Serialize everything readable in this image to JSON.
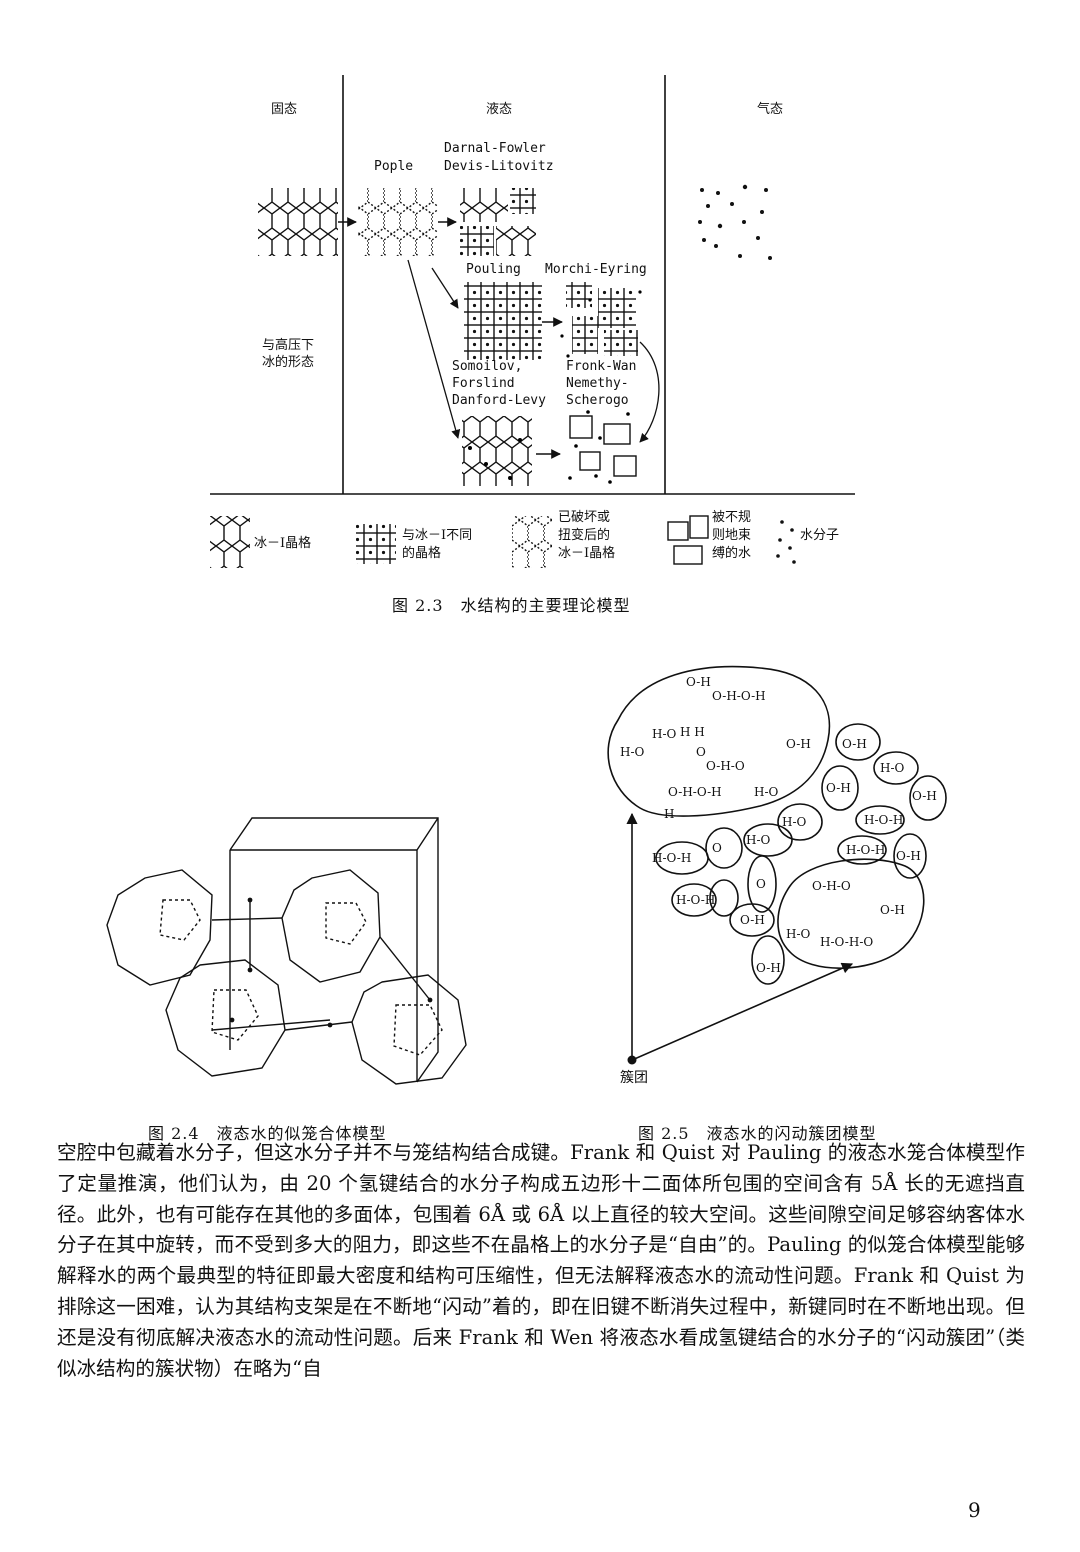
{
  "fig23": {
    "col_solid": "固态",
    "col_liquid": "液态",
    "col_gas": "气态",
    "pople": "Pople",
    "darnal": "Darnal-Fowler",
    "devis": "Devis-Litovitz",
    "pouling": "Pouling",
    "morchi": "Morchi-Eyring",
    "somoilov": "Somoilov,",
    "forslind": "Forslind",
    "danford": "Danford-Levy",
    "fronk": "Fronk-Wan",
    "nemethy": "Nemethy-",
    "scherogo": "Scherogo",
    "left_note_1": "与高压下",
    "left_note_2": "冰的形态",
    "legend": {
      "ice": "冰－Ⅰ晶格",
      "diff_1": "与冰－Ⅰ不同",
      "diff_2": "的晶格",
      "broken_1": "已破坏或",
      "broken_2": "扭变后的",
      "broken_3": "冰－Ⅰ晶格",
      "bound_1": "被不规",
      "bound_2": "则地束",
      "bound_3": "缚的水",
      "molecule": "水分子"
    },
    "caption": "图 2.3　水结构的主要理论模型"
  },
  "fig24": {
    "caption": "图 2.4　液态水的似笼合体模型"
  },
  "fig25": {
    "label_cluster": "簇团",
    "caption": "图 2.5　液态水的闪动簇团模型"
  },
  "body": {
    "paragraph": "空腔中包藏着水分子，但这水分子并不与笼结构结合成键。Frank 和 Quist 对 Pauling 的液态水笼合体模型作了定量推演，他们认为，由 20 个氢键结合的水分子构成五边形十二面体所包围的空间含有 5Å 长的无遮挡直径。此外，也有可能存在其他的多面体，包围着 6Å 或 6Å 以上直径的较大空间。这些间隙空间足够容纳客体水分子在其中旋转，而不受到多大的阻力，即这些不在晶格上的水分子是“自由”的。Pauling 的似笼合体模型能够解释水的两个最典型的特征即最大密度和结构可压缩性，但无法解释液态水的流动性问题。Frank 和 Quist 为排除这一困难，认为其结构支架是在不断地“闪动”着的，即在旧键不断消失过程中，新键同时在不断地出现。但还是没有彻底解决液态水的流动性问题。后来 Frank 和 Wen 将液态水看成氢键结合的水分子的“闪动簇团”（类似冰结构的簇状物）在略为“自"
  },
  "page_number": "9"
}
